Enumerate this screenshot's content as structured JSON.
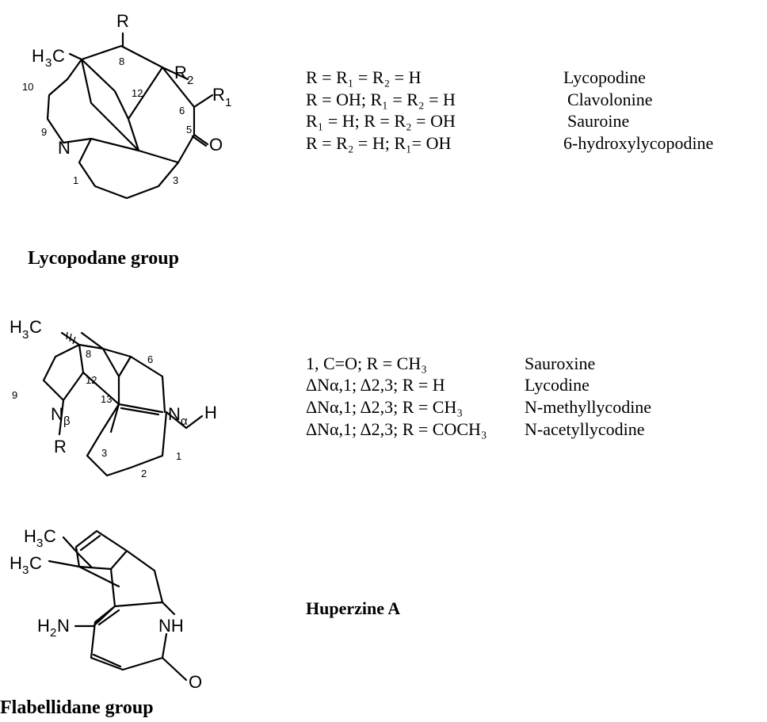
{
  "lycopodane": {
    "atoms": {
      "r": "R",
      "r2": "R",
      "r2_sub": "2",
      "r1": "R",
      "r1_sub": "1",
      "h3c_h": "H",
      "h3c_3": "3",
      "h3c_c": "C",
      "o": "O",
      "n": "N"
    },
    "numbers": [
      "8",
      "10",
      "12",
      "6",
      "5",
      "9",
      "1",
      "3"
    ],
    "rows": [
      {
        "formula": "R = R₁ = R₂ = H",
        "name": "Lycopodine"
      },
      {
        "formula": "R = OH; R₁ = R₂ = H",
        "name": "Clavolonine"
      },
      {
        "formula": "R₁ = H; R = R₂ = OH",
        "name": "Sauroine"
      },
      {
        "formula": "R = R₂ = H; R₁= OH",
        "name": "6-hydroxylycopodine"
      }
    ],
    "group_label": "Lycopodane group"
  },
  "lycodine": {
    "atoms": {
      "h3c_h": "H",
      "h3c_3": "3",
      "h3c_c": "C",
      "h": "H",
      "n_alpha": "N",
      "alpha": "α",
      "n_beta": "N",
      "beta": "β",
      "r": "R"
    },
    "numbers": [
      "8",
      "6",
      "12",
      "9",
      "13",
      "3",
      "1",
      "2"
    ],
    "rows": [
      {
        "formula": "1, C=O; R = CH₃",
        "name": "Sauroxine"
      },
      {
        "formula": "ΔNα,1; Δ2,3; R = H",
        "name": "Lycodine"
      },
      {
        "formula": "ΔNα,1; Δ2,3; R = CH₃",
        "name": "N-methyllycodine"
      },
      {
        "formula": "ΔNα,1; Δ2,3; R = COCH₃",
        "name": "N-acetyllycodine"
      }
    ]
  },
  "huperzine": {
    "atoms": {
      "h3c1_h": "H",
      "h3c1_3": "3",
      "h3c1_c": "C",
      "h3c2_h": "H",
      "h3c2_3": "3",
      "h3c2_c": "C",
      "h2n_h": "H",
      "h2n_2": "2",
      "h2n_n": "N",
      "nh": "NH",
      "o": "O"
    },
    "label": "Huperzine A",
    "group_label": "Flabellidane group"
  }
}
